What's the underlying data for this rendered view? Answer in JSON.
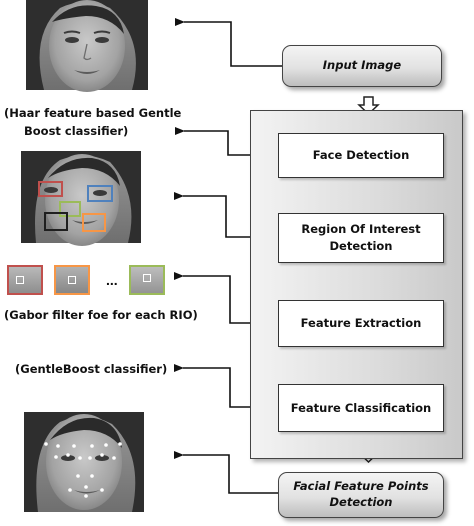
{
  "stages": {
    "input_image": "Input Image",
    "face_detection": "Face Detection",
    "roi_detection_line1": "Region Of Interest",
    "roi_detection_line2": "Detection",
    "feature_extraction": "Feature Extraction",
    "feature_classification": "Feature Classification",
    "output_line1": "Facial Feature Points",
    "output_line2": "Detection"
  },
  "annotations": {
    "haar_line1": "(Haar feature based Gentle",
    "haar_line2": "Boost classifier)",
    "gabor": "(Gabor filter foe for each RIO)",
    "gentleboost": "(GentleBoost classifier)",
    "ellipsis": "..."
  },
  "photos": [
    {
      "name": "input-face-photo",
      "description_icon": "face-photo-icon"
    },
    {
      "name": "roi-face-photo",
      "description_icon": "face-photo-icon"
    },
    {
      "name": "landmarks-face-photo",
      "description_icon": "face-photo-icon"
    }
  ],
  "roi_colors": {
    "left_eye": "#c0504d",
    "right_eye": "#4f81bd",
    "nose": "#9bbb59",
    "mouth_left": "#1f1f1f",
    "mouth_right": "#f79646"
  },
  "swatch_colors": [
    "#c0504d",
    "#f79646",
    "#9bbb59"
  ]
}
